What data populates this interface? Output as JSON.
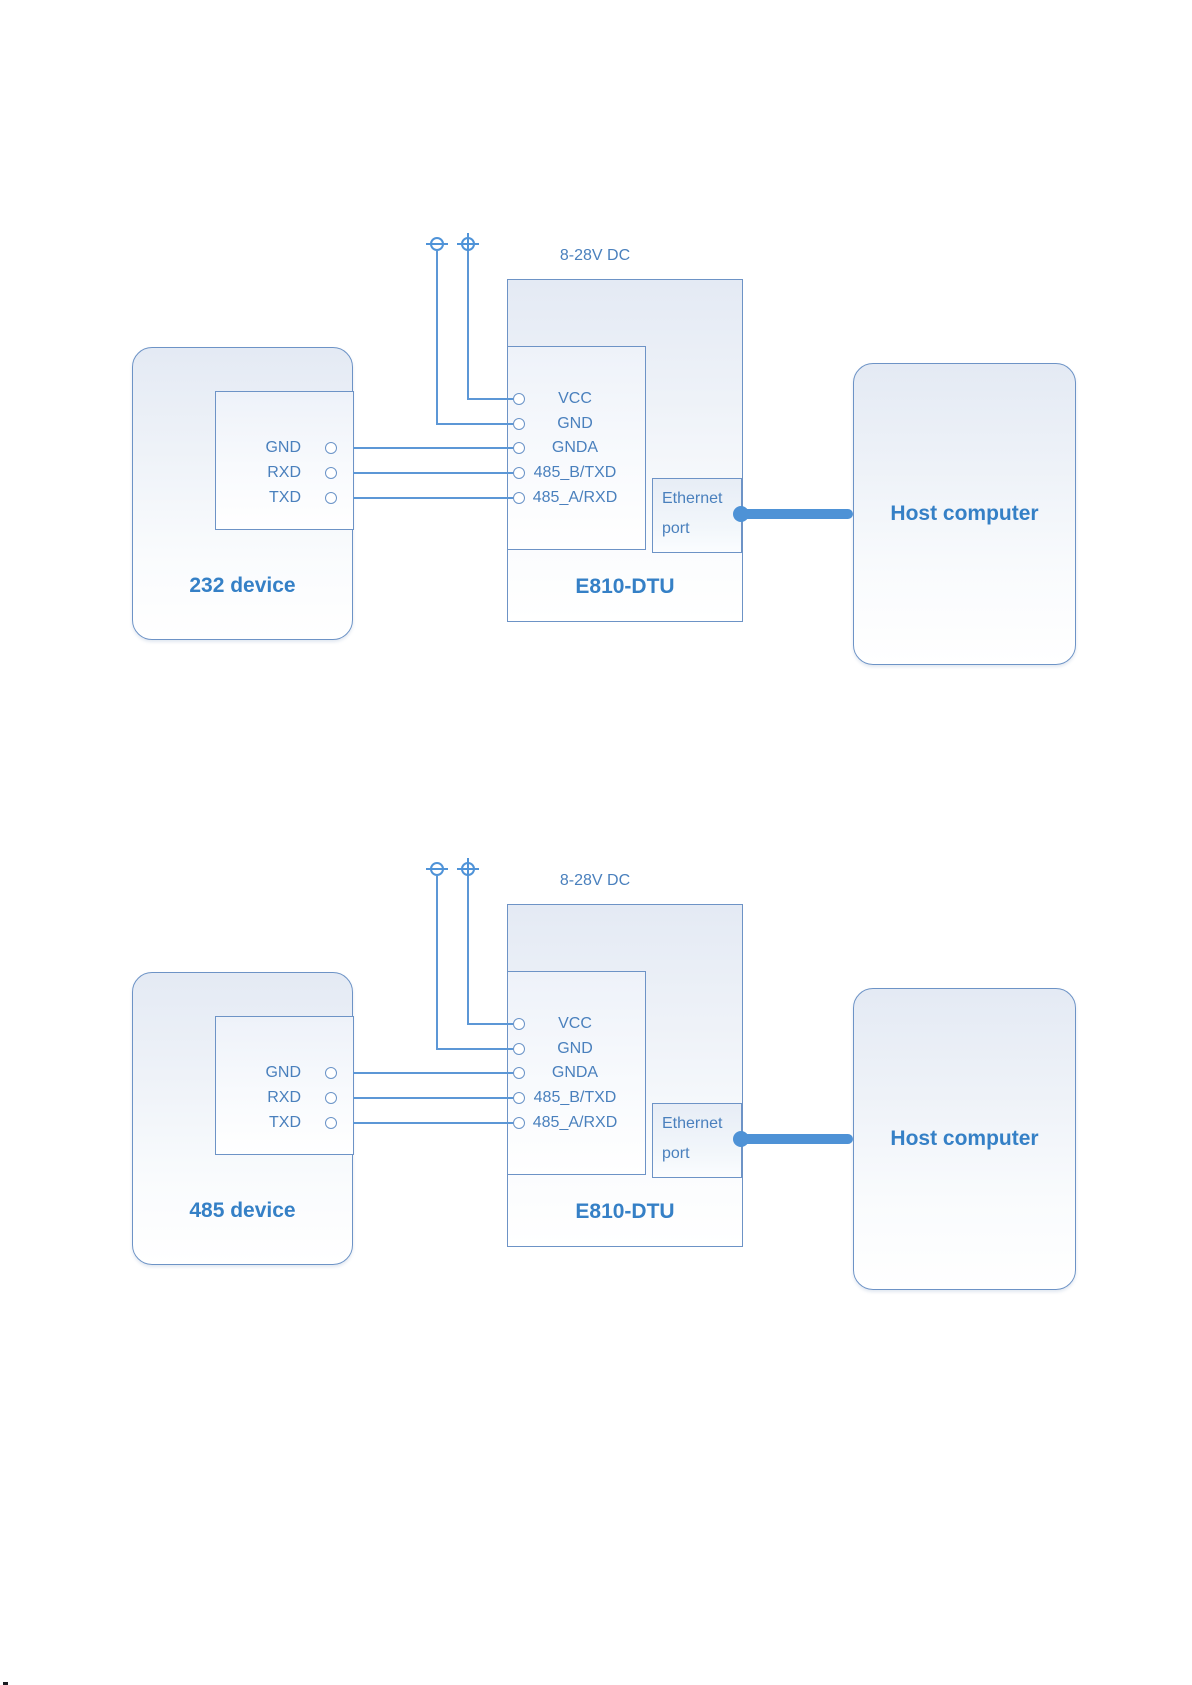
{
  "page": {
    "background": "#ffffff"
  },
  "colors": {
    "box_stroke": "#6d93c6",
    "wire": "#5c97d6",
    "cable": "#4e92d6",
    "label_text": "#4a80bd",
    "title_text": "#3580c6",
    "box_fill_top": "#e4eaf4",
    "box_fill_bottom": "#ffffff"
  },
  "diagrams": [
    {
      "device_label": "232 device",
      "device_pins": [
        "GND",
        "RXD",
        "TXD"
      ],
      "power_label": "8-28V DC",
      "dtu_label": "E810-DTU",
      "dtu_pins": [
        "VCC",
        "GND",
        "GNDA",
        "485_B/TXD",
        "485_A/RXD"
      ],
      "ethernet_line1": "Ethernet",
      "ethernet_line2": "port",
      "host_label": "Host computer"
    },
    {
      "device_label": "485 device",
      "device_pins": [
        "GND",
        "RXD",
        "TXD"
      ],
      "power_label": "8-28V DC",
      "dtu_label": "E810-DTU",
      "dtu_pins": [
        "VCC",
        "GND",
        "GNDA",
        "485_B/TXD",
        "485_A/RXD"
      ],
      "ethernet_line1": "Ethernet",
      "ethernet_line2": "port",
      "host_label": "Host computer"
    }
  ]
}
